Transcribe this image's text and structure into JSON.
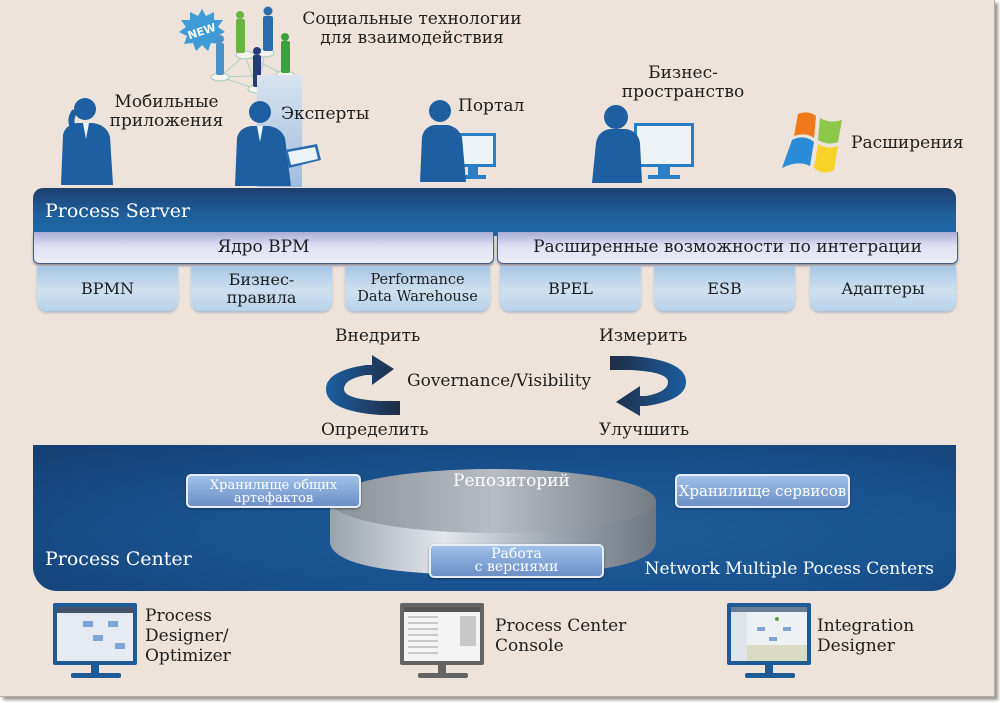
{
  "top_actors": {
    "social": {
      "line1": "Социальные технологии",
      "line2": "для взаимодействия",
      "badge": "NEW"
    },
    "mobile": {
      "line1": "Мобильные",
      "line2": "приложения"
    },
    "experts": {
      "label": "Эксперты"
    },
    "portal": {
      "label": "Портал"
    },
    "business_space": {
      "line1": "Бизнес-",
      "line2": "пространство"
    },
    "extensions": {
      "label": "Расширения"
    }
  },
  "process_server": {
    "title": "Process Server",
    "groups": [
      {
        "label": "Ядро BPM",
        "items": [
          {
            "line1": "BPMN",
            "line2": ""
          },
          {
            "line1": "Бизнес-",
            "line2": "правила"
          },
          {
            "line1": "Performance",
            "line2": "Data Warehouse"
          }
        ]
      },
      {
        "label": "Расширенные возможности по интеграции",
        "items": [
          {
            "line1": "BPEL",
            "line2": ""
          },
          {
            "line1": "ESB",
            "line2": ""
          },
          {
            "line1": "Адаптеры",
            "line2": ""
          }
        ]
      }
    ]
  },
  "governance": {
    "center": "Governance/Visibility",
    "deploy": "Внедрить",
    "define": "Определить",
    "measure": "Измерить",
    "improve": "Улучшить"
  },
  "process_center": {
    "title": "Process Center",
    "network": "Network Multiple Pocess Centers",
    "repository": "Репозиторий",
    "shared_artifacts": {
      "line1": "Хранилище общих",
      "line2": "артефактов"
    },
    "services": "Хранилище сервисов",
    "versioning": {
      "line1": "Работа",
      "line2": "с версиями"
    }
  },
  "tools": [
    {
      "lines": [
        "Process",
        "Designer/",
        "Optimizer"
      ]
    },
    {
      "lines": [
        "Process Center",
        "Console"
      ]
    },
    {
      "lines": [
        "Integration",
        "Designer"
      ]
    }
  ],
  "colors": {
    "background": "#ede3da",
    "server_blue": "#1f5f9c",
    "center_blue": "#1a5592",
    "tile_blue": "#cfe0ef",
    "person_blue": "#1d5fa0"
  }
}
